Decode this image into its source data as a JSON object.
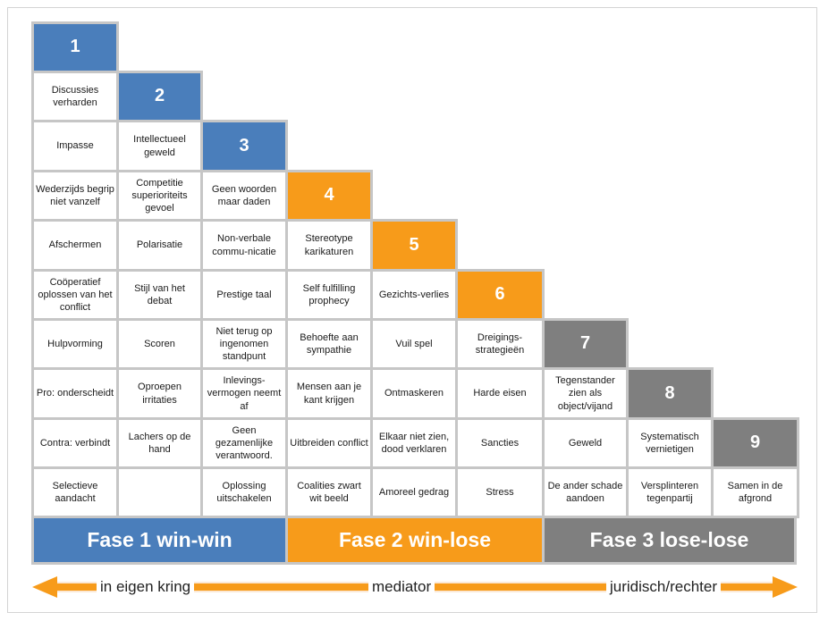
{
  "colors": {
    "phase1": "#4a7ebb",
    "phase2": "#f79b1a",
    "phase3": "#7f7f7f",
    "border": "#c6c6c6",
    "arrow": "#f79b1a",
    "arrow_track": "#fbe9d7"
  },
  "stages": [
    {
      "number": "1",
      "phase": 1,
      "items": [
        "Discussies verharden",
        "Impasse",
        "Wederzijds begrip niet vanzelf",
        "Afschermen",
        "Coöperatief oplossen van het conflict",
        "Hulpvorming",
        "Pro: onderscheidt",
        "Contra: verbindt",
        "Selectieve aandacht"
      ]
    },
    {
      "number": "2",
      "phase": 1,
      "items": [
        "Intellectueel geweld",
        "Competitie superioriteits gevoel",
        "Polarisatie",
        "Stijl van het debat",
        "Scoren",
        "Oproepen irritaties",
        "Lachers op de hand",
        ""
      ]
    },
    {
      "number": "3",
      "phase": 1,
      "items": [
        "Geen woorden maar daden",
        "Non-verbale commu-nicatie",
        "Prestige taal",
        "Niet terug op ingenomen standpunt",
        "Inlevings-vermogen neemt af",
        "Geen gezamenlijke verantwoord.",
        "Oplossing uitschakelen"
      ]
    },
    {
      "number": "4",
      "phase": 2,
      "items": [
        "Stereotype karikaturen",
        "Self fulfilling prophecy",
        "Behoefte aan sympathie",
        "Mensen aan je kant krijgen",
        "Uitbreiden conflict",
        "Coalities zwart wit beeld"
      ]
    },
    {
      "number": "5",
      "phase": 2,
      "items": [
        "Gezichts-verlies",
        "Vuil spel",
        "Ontmaskeren",
        "Elkaar niet zien, dood verklaren",
        "Amoreel gedrag"
      ]
    },
    {
      "number": "6",
      "phase": 2,
      "items": [
        "Dreigings-strategieën",
        "Harde eisen",
        "Sancties",
        "Stress"
      ]
    },
    {
      "number": "7",
      "phase": 3,
      "items": [
        "Tegenstander zien als object/vijand",
        "Geweld",
        "De ander schade aandoen"
      ]
    },
    {
      "number": "8",
      "phase": 3,
      "items": [
        "Systematisch vernietigen",
        "Versplinteren tegenpartij"
      ]
    },
    {
      "number": "9",
      "phase": 3,
      "items": [
        "Samen in de afgrond"
      ]
    }
  ],
  "phases": [
    {
      "label": "Fase 1  win-win",
      "color": "#4a7ebb"
    },
    {
      "label": "Fase 2  win-lose",
      "color": "#f79b1a"
    },
    {
      "label": "Fase 3  lose-lose",
      "color": "#7f7f7f"
    }
  ],
  "arrow_labels": [
    "in eigen kring",
    "mediator",
    "juridisch/rechter"
  ]
}
